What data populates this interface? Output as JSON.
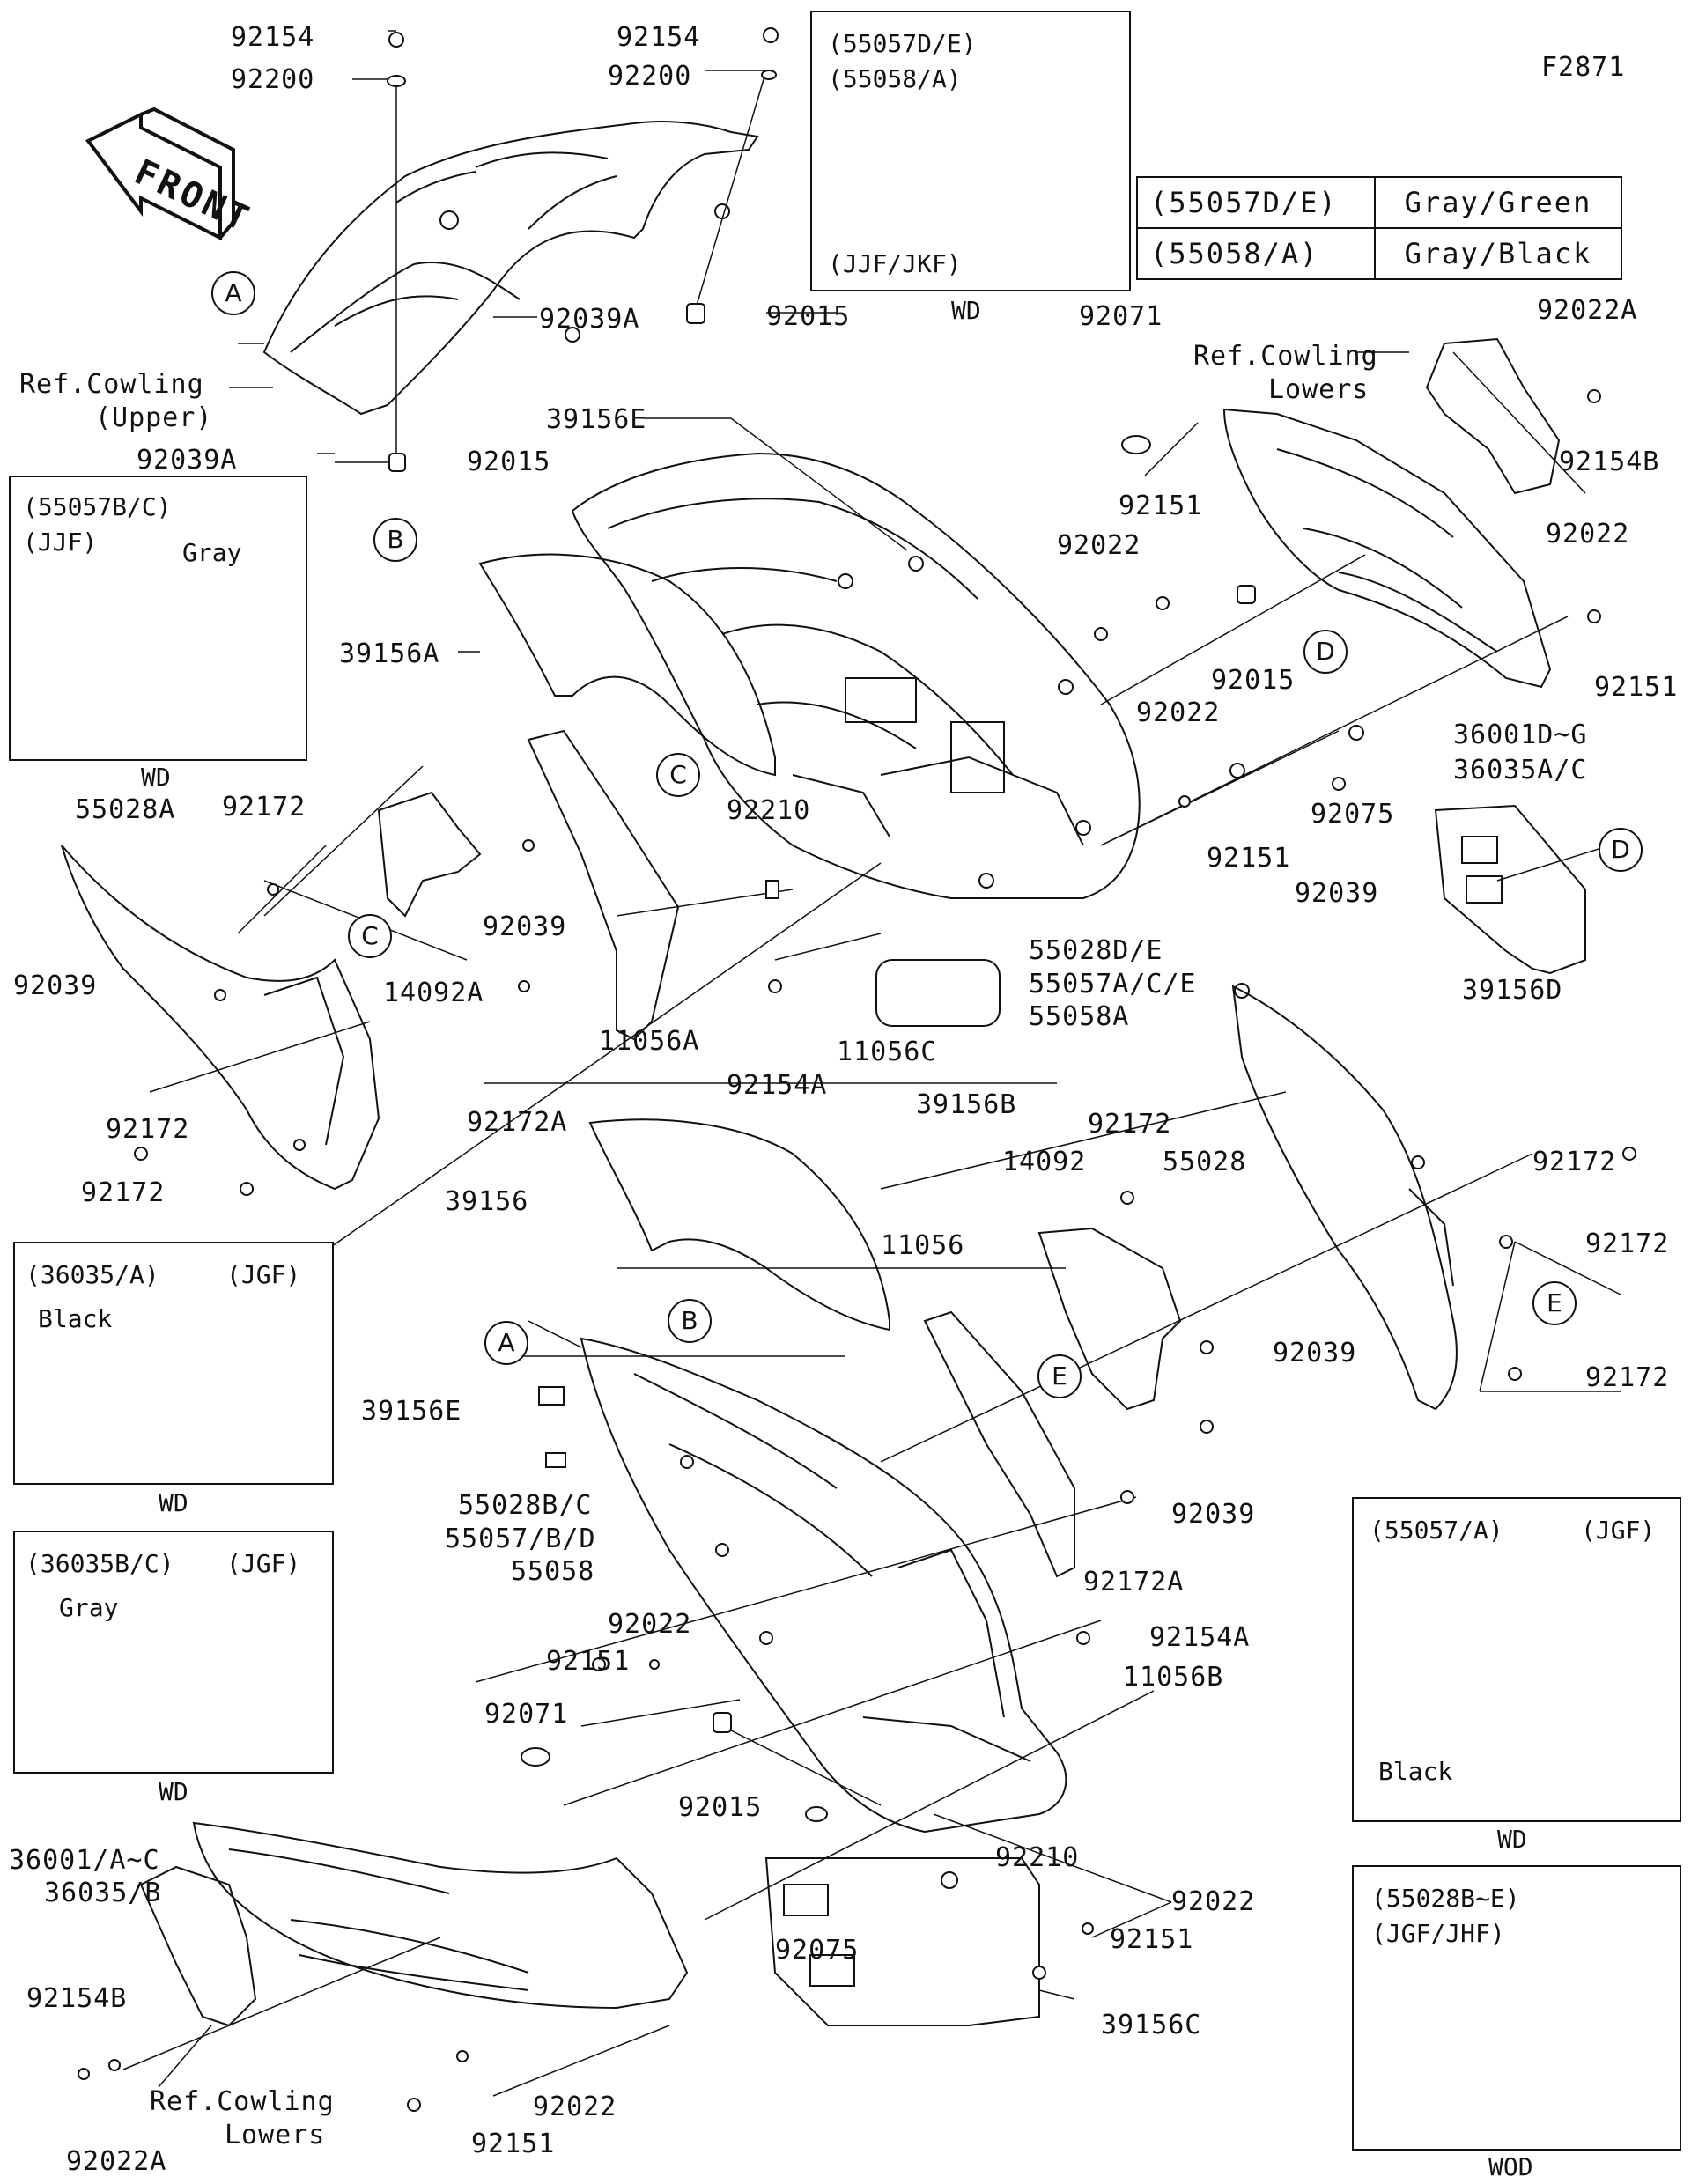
{
  "figure_code": "F2871",
  "front_label": "FRONT",
  "parts": {
    "p92154": "92154",
    "p92200": "92200",
    "p92039A": "92039A",
    "p92015": "92015",
    "p39156E": "39156E",
    "p92071": "92071",
    "p92022": "92022",
    "p92151": "92151",
    "p92022A": "92022A",
    "p92154B": "92154B",
    "p39156A": "39156A",
    "p55028A": "55028A",
    "p92172": "92172",
    "p92039": "92039",
    "p14092A": "14092A",
    "p92210": "92210",
    "p11056A": "11056A",
    "p92172A": "92172A",
    "p92154A": "92154A",
    "p11056C": "11056C",
    "p39156B": "39156B",
    "p55028DE": "55028D/E",
    "p55057ACE": "55057A/C/E",
    "p55058A": "55058A",
    "p36001DG": "36001D~G",
    "p36035AC": "36035A/C",
    "p92075": "92075",
    "p39156D": "39156D",
    "p55028": "55028",
    "p14092": "14092",
    "p11056": "11056",
    "p39156": "39156",
    "p55028BC": "55028B/C",
    "p55057BD": "55057/B/D",
    "p55058": "55058",
    "p11056B": "11056B",
    "p36001AC": "36001/A~C",
    "p36035B": "36035/B",
    "p39156C": "39156C",
    "ref_cowling_upper_1": "Ref.Cowling",
    "ref_cowling_upper_2": "(Upper)",
    "ref_cowling_lowers_1": "Ref.Cowling",
    "ref_cowling_lowers_2": "Lowers"
  },
  "callouts": {
    "A": "A",
    "B": "B",
    "C": "C",
    "D": "D",
    "E": "E"
  },
  "insets": {
    "top_variant": {
      "line1": "(55057D/E)",
      "line2": "(55058/A)",
      "line3": "(JJF/JKF)",
      "caption": "WD"
    },
    "left_gray": {
      "line1": "(55057B/C)",
      "line2": "(JJF)",
      "color": "Gray",
      "caption": "WD"
    },
    "black_36035A": {
      "line1": "(36035/A)",
      "model": "(JGF)",
      "color": "Black",
      "caption": "WD"
    },
    "gray_36035BC": {
      "line1": "(36035B/C)",
      "model": "(JGF)",
      "color": "Gray",
      "caption": "WD"
    },
    "black_55057A": {
      "line1": "(55057/A)",
      "model": "(JGF)",
      "color": "Black",
      "caption": "WD"
    },
    "wod_55028": {
      "line1": "(55028B~E)",
      "line2": "(JGF/JHF)",
      "caption": "WOD"
    }
  },
  "color_legend": [
    {
      "code": "(55057D/E)",
      "color": "Gray/Green"
    },
    {
      "code": "(55058/A)",
      "color": "Gray/Black"
    }
  ]
}
